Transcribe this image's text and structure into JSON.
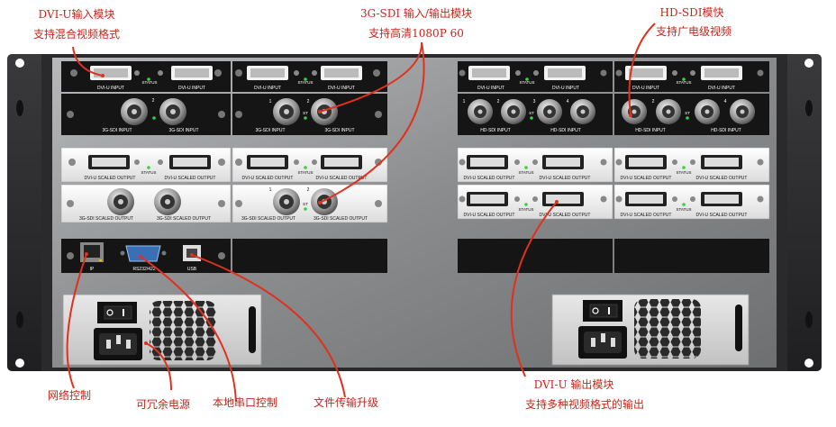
{
  "callouts": {
    "dviu_input_title": "DVI-U输入模块",
    "dviu_input_sub": "支持混合视频格式",
    "sdi3g_title": "3G-SDI 输入/输出模块",
    "sdi3g_sub": "支持高清1080P 60",
    "hdsdi_title": "HD-SDI模快",
    "hdsdi_sub": "支持广电级视频",
    "network": "网络控制",
    "redundant_power": "可冗余电源",
    "serial": "本地串口控制",
    "upgrade": "文件传输升级",
    "dviu_output_title": "DVI-U 输出模块",
    "dviu_output_sub": "支持多种视频格式的输出"
  },
  "module_labels": {
    "dvi_u_input": "DVI-U INPUT",
    "status": "STATUS",
    "sdi3g_input": "3G-SDI INPUT",
    "hd_sdi_input": "HD-SDI INPUT",
    "dvi_u_scaled_output": "DVI-U SCALED OUTPUT",
    "sdi3g_scaled_output": "3G-SDI SCALED OUTPUT",
    "st": "ST",
    "port_1": "1",
    "port_2": "2",
    "port_3": "3",
    "port_4": "4"
  },
  "ports": {
    "ip": "IP",
    "rs232": "RS232/422",
    "usb": "USB"
  },
  "colors": {
    "callout_red": "#e0301e",
    "chassis": "#2c2c2e",
    "panel": "#8f9092",
    "status_led": "#3ecf3e"
  }
}
